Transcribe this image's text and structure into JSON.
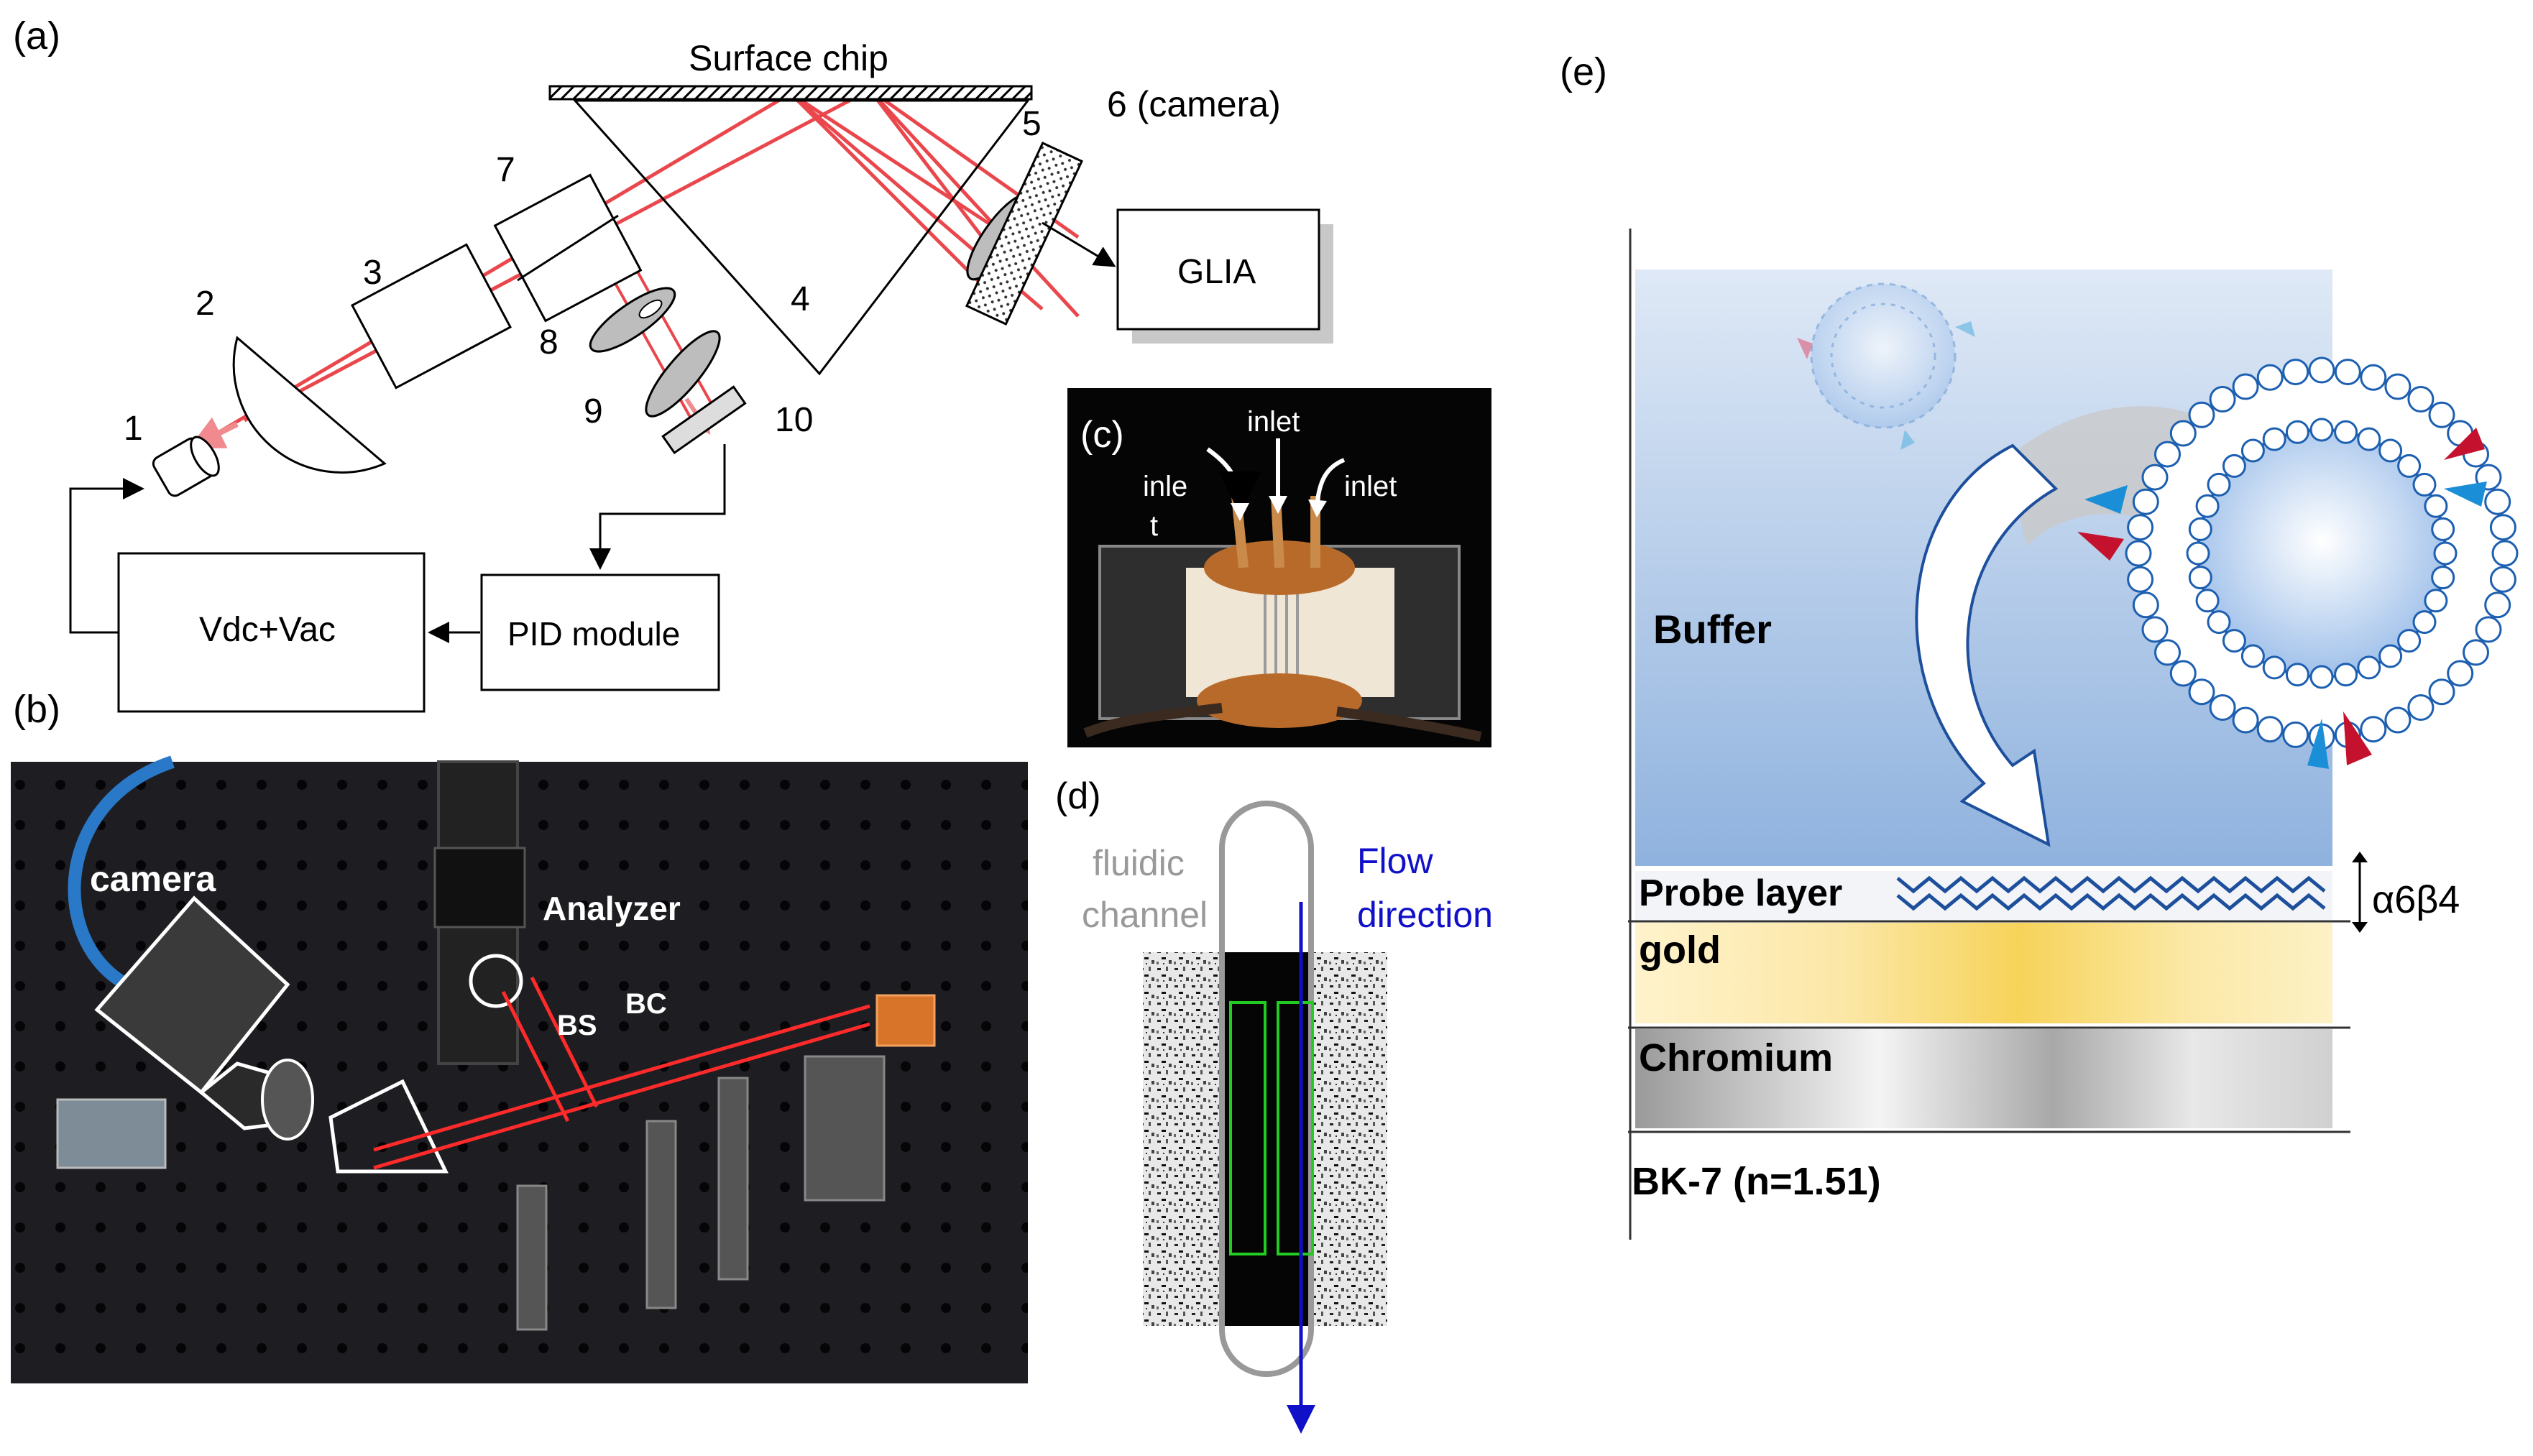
{
  "panels": {
    "a": {
      "panel_label": "(a)",
      "surface_chip": "Surface chip",
      "camera_label": "6 (camera)",
      "glia": "GLIA",
      "vdc_vac": "Vdc+Vac",
      "pid": "PID module",
      "numbers": [
        "1",
        "2",
        "3",
        "4",
        "5",
        "7",
        "8",
        "9",
        "10"
      ]
    },
    "b": {
      "panel_label": "(b)",
      "camera": "camera",
      "analyzer": "Analyzer",
      "bs": "BS",
      "bc": "BC"
    },
    "c": {
      "panel_label": "(c)",
      "inlet_left_1": "inle",
      "inlet_left_2": "t",
      "inlet_mid": "inlet",
      "inlet_right": "inlet"
    },
    "d": {
      "panel_label": "(d)",
      "fluidic_1": "fluidic",
      "fluidic_2": "channel",
      "flow_1": "Flow",
      "flow_2": "direction"
    },
    "e": {
      "panel_label": "(e)",
      "buffer": "Buffer",
      "probe_layer": "Probe layer",
      "gold": "gold",
      "chromium": "Chromium",
      "bk7": "BK-7 (n=1.51)",
      "alpha_beta": "α6β4"
    }
  },
  "colors": {
    "laser": "#e8343a",
    "laser_light": "#f08a8e",
    "flow_arrow": "#1010c8",
    "fluidic_gray": "#999999",
    "roi_green": "#22cc22",
    "buffer_blue": "#a9c4e6",
    "gold": "#f7d778",
    "chromium": "#b8b8b8",
    "integrin_blue": "#1a8fd8",
    "integrin_red": "#c4122e",
    "probe_blue": "#1d4f9c"
  }
}
